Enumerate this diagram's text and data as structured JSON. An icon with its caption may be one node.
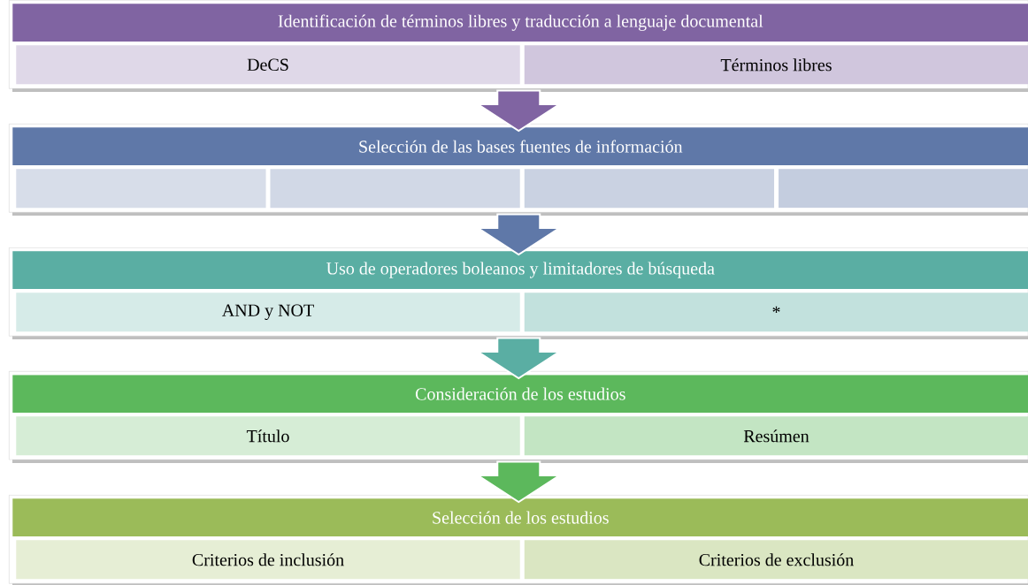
{
  "diagram": {
    "nodes": [
      {
        "text": [
          "Identificación de términos libres y traducción a lenguaje documental"
        ]
      },
      {
        "text": [
          "DeCS"
        ],
        "in": 0
      },
      {
        "text": [
          "Términos libres"
        ],
        "in": 0
      },
      {
        "text": [
          "Selección de las bases fuentes de información"
        ]
      },
      {
        "text": [],
        "shape": "box",
        "in": 3
      },
      {
        "text": [],
        "shape": "box",
        "in": 3
      },
      {
        "text": [],
        "shape": "box",
        "in": 3
      },
      {
        "text": [],
        "shape": "box",
        "in": 3
      },
      {
        "text": [
          "Uso de operadores boleanos y limitadores de búsqueda"
        ]
      },
      {
        "text": [
          "AND y NOT"
        ],
        "in": 8
      },
      {
        "text": [
          "*"
        ],
        "in": 8
      },
      {
        "text": [
          "Consideración de los estudios"
        ]
      },
      {
        "text": [
          "Título"
        ],
        "in": 11
      },
      {
        "text": [
          "Resúmen"
        ],
        "in": 11
      },
      {
        "text": [
          "Selección de los estudios"
        ]
      },
      {
        "text": [
          "Criterios de inclusión"
        ],
        "in": 14
      },
      {
        "text": [
          "Criterios de exclusión"
        ],
        "in": 14
      }
    ],
    "edges": [
      {
        "from": 0,
        "to": 3,
        "arrow": "to",
        "color": "#8064a2"
      },
      {
        "from": 3,
        "to": 8,
        "arrow": "to",
        "color": "#5f78a8"
      },
      {
        "from": 8,
        "to": 11,
        "arrow": "to",
        "color": "#5aaea3"
      },
      {
        "from": 11,
        "to": 14,
        "arrow": "to",
        "color": "#5cb85c"
      }
    ]
  }
}
